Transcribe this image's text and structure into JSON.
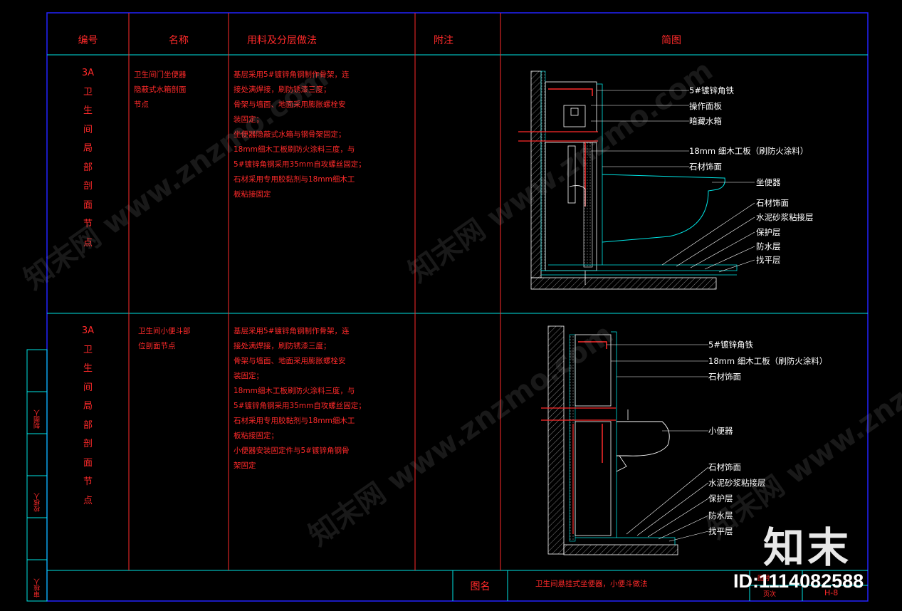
{
  "header": {
    "code": "编号",
    "name": "名称",
    "method": "用料及分层做法",
    "note": "附注",
    "diagram": "简图"
  },
  "rows": [
    {
      "code": "3A",
      "vertical_text": [
        "卫",
        "生",
        "间",
        "局",
        "部",
        "剖",
        "面",
        "节",
        "点"
      ],
      "name": "卫生间门坐便器\n隐蔽式水箱剖面\n节点",
      "method": "基层采用5#镀锌角钢制作骨架，连\n接处满焊接，刷防锈漆三度；\n骨架与墙面、地面采用膨胀螺栓安\n装固定；\n坐便器隐蔽式水箱与钢骨架固定；\n18mm细木工板刷防火涂料三度，与\n5#镀锌角钢采用35mm自攻螺丝固定；\n石材采用专用胶黏剂与18mm细木工\n板粘接固定",
      "labels": [
        "5#镀锌角铁",
        "操作面板",
        "暗藏水箱",
        "18mm 细木工板（刷防火涂料）",
        "石材饰面",
        "坐便器",
        "石材饰面",
        "水泥砂浆粘接层",
        "保护层",
        "防水层",
        "找平层"
      ]
    },
    {
      "code": "3A",
      "vertical_text": [
        "卫",
        "生",
        "间",
        "局",
        "部",
        "剖",
        "面",
        "节",
        "点"
      ],
      "name": "卫生间小便斗部\n位剖面节点",
      "method": "基层采用5#镀锌角钢制作骨架，连\n接处满焊接，刷防锈漆三度；\n骨架与墙面、地面采用膨胀螺栓安\n装固定；\n18mm细木工板刷防火涂料三度，与\n5#镀锌角钢采用35mm自攻螺丝固定；\n石材采用专用胶黏剂与18mm细木工\n板粘接固定；\n小便器安装固定件与5#镀锌角钢骨\n架固定",
      "labels": [
        "5#镀锌角铁",
        "18mm 细木工板（刷防火涂料）",
        "石材饰面",
        "小便器",
        "石材饰面",
        "水泥砂浆粘接层",
        "保护层",
        "防水层",
        "找平层"
      ]
    }
  ],
  "footer": {
    "drawing_name_label": "图名",
    "drawing_name": "卫生间悬挂式坐便器，小便斗做法",
    "drawing_no_label": "图号",
    "page_label": "页次",
    "page_no": "H-8"
  },
  "side_labels": [
    "制图人",
    "校核人",
    "审核人"
  ],
  "watermark": {
    "site": "知末网 www.znzmo.com",
    "logo": "知末",
    "id": "ID:1114082588"
  },
  "colors": {
    "frame": "#2222ff",
    "grid": "#00e5e5",
    "text_red": "#ff2a2a",
    "leader_white": "#ffffff",
    "background": "#000000"
  }
}
